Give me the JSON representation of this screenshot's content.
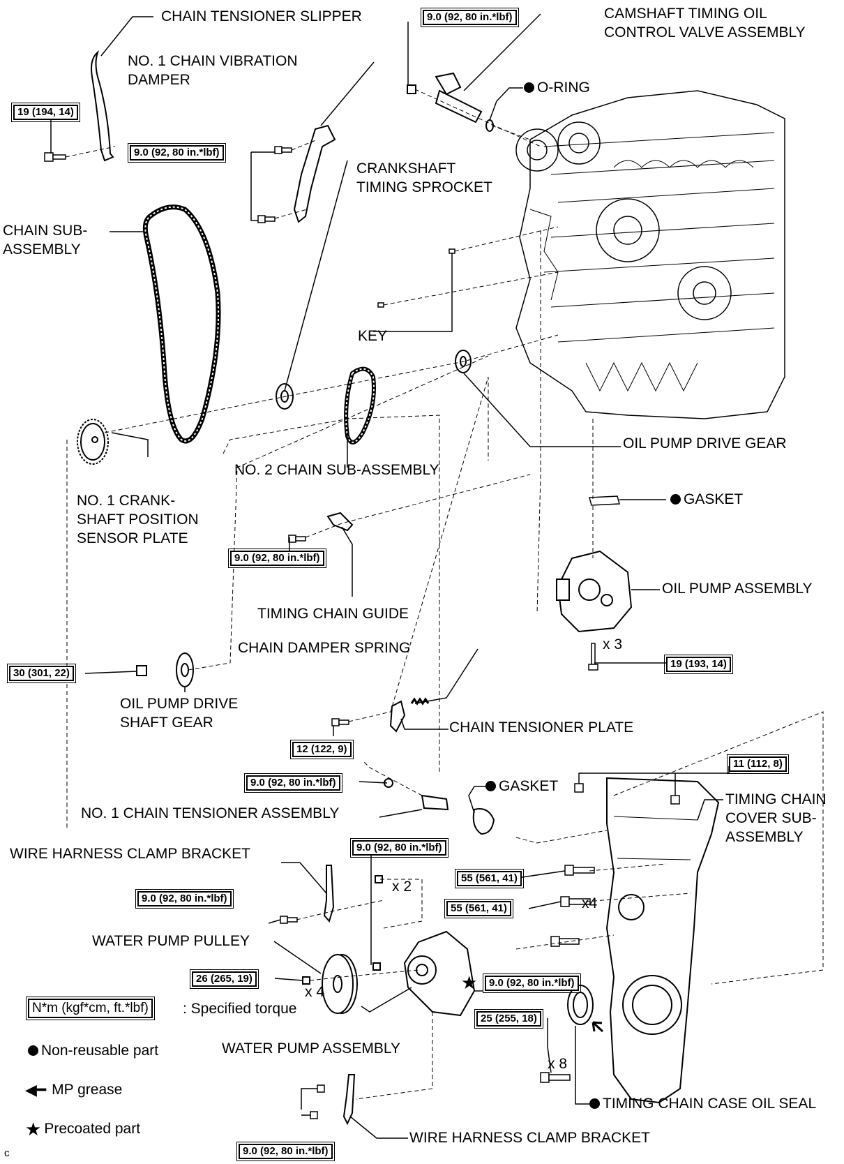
{
  "torque": {
    "chain_tensioner_slipper_bolt": "19 (194, 14)",
    "vibration_damper_bolts": "9.0 (92, 80 in.*lbf)",
    "ocv_bolt": "9.0 (92, 80 in.*lbf)",
    "timing_chain_guide_bolt": "9.0 (92, 80 in.*lbf)",
    "oil_pump_drive_shaft_gear_nut": "30 (301, 22)",
    "oil_pump_bolts": "19 (193, 14)",
    "chain_tensioner_plate_bolt": "12 (122, 9)",
    "chain_tensioner_nut": "9.0 (92, 80 in.*lbf)",
    "cover_nuts": "11 (112, 8)",
    "water_pump_studs": "9.0 (92, 80 in.*lbf)",
    "cover_bolt_a": "55 (561, 41)",
    "cover_bolt_b": "55 (561, 41)",
    "harness_bracket_upper_bolt": "9.0 (92, 80 in.*lbf)",
    "water_pump_pulley_bolts": "26 (265, 19)",
    "water_pump_stud_precoated": "9.0 (92, 80 in.*lbf)",
    "cover_bolts_x8": "25 (255, 18)",
    "harness_bracket_lower_bolts": "9.0 (92, 80 in.*lbf)"
  },
  "parts": {
    "chain_tensioner_slipper": "CHAIN TENSIONER SLIPPER",
    "no1_chain_vibration_damper_l1": "NO. 1 CHAIN VIBRATION",
    "no1_chain_vibration_damper_l2": "DAMPER",
    "camshaft_ocv_l1": "CAMSHAFT TIMING OIL",
    "camshaft_ocv_l2": "CONTROL VALVE ASSEMBLY",
    "o_ring": "O-RING",
    "crankshaft_sprocket_l1": "CRANKSHAFT",
    "crankshaft_sprocket_l2": "TIMING SPROCKET",
    "chain_sub_assembly_l1": "CHAIN SUB-",
    "chain_sub_assembly_l2": "ASSEMBLY",
    "key": "KEY",
    "oil_pump_drive_gear": "OIL PUMP DRIVE GEAR",
    "no2_chain_sub_assembly": "NO. 2 CHAIN SUB-ASSEMBLY",
    "crank_sensor_plate_l1": "NO. 1 CRANK-",
    "crank_sensor_plate_l2": "SHAFT POSITION",
    "crank_sensor_plate_l3": "SENSOR PLATE",
    "gasket_pump": "GASKET",
    "timing_chain_guide": "TIMING CHAIN GUIDE",
    "oil_pump_assembly": "OIL PUMP ASSEMBLY",
    "chain_damper_spring": "CHAIN DAMPER SPRING",
    "oil_pump_drive_shaft_gear_l1": "OIL PUMP DRIVE",
    "oil_pump_drive_shaft_gear_l2": "SHAFT GEAR",
    "chain_tensioner_plate": "CHAIN TENSIONER PLATE",
    "gasket_cover": "GASKET",
    "timing_chain_cover_l1": "TIMING CHAIN",
    "timing_chain_cover_l2": "COVER SUB-",
    "timing_chain_cover_l3": "ASSEMBLY",
    "no1_chain_tensioner": "NO. 1 CHAIN TENSIONER ASSEMBLY",
    "wire_harness_bracket_upper": "WIRE HARNESS CLAMP BRACKET",
    "water_pump_pulley": "WATER PUMP PULLEY",
    "water_pump_assembly": "WATER PUMP ASSEMBLY",
    "timing_chain_case_oil_seal": "TIMING CHAIN CASE OIL SEAL",
    "wire_harness_bracket_lower": "WIRE HARNESS CLAMP BRACKET"
  },
  "quantities": {
    "oil_pump_bolts": "x 3",
    "water_pump_studs": "x 2",
    "cover_bolt_b": "x4",
    "pulley_bolts": "x 4",
    "cover_bolts": "x 8"
  },
  "legend": {
    "torque_box": "N*m (kgf*cm, ft.*lbf)",
    "torque_desc": ": Specified torque",
    "non_reusable": "Non-reusable part",
    "mp_grease": "MP grease",
    "precoated": "Precoated part"
  },
  "corner_mark": "c"
}
